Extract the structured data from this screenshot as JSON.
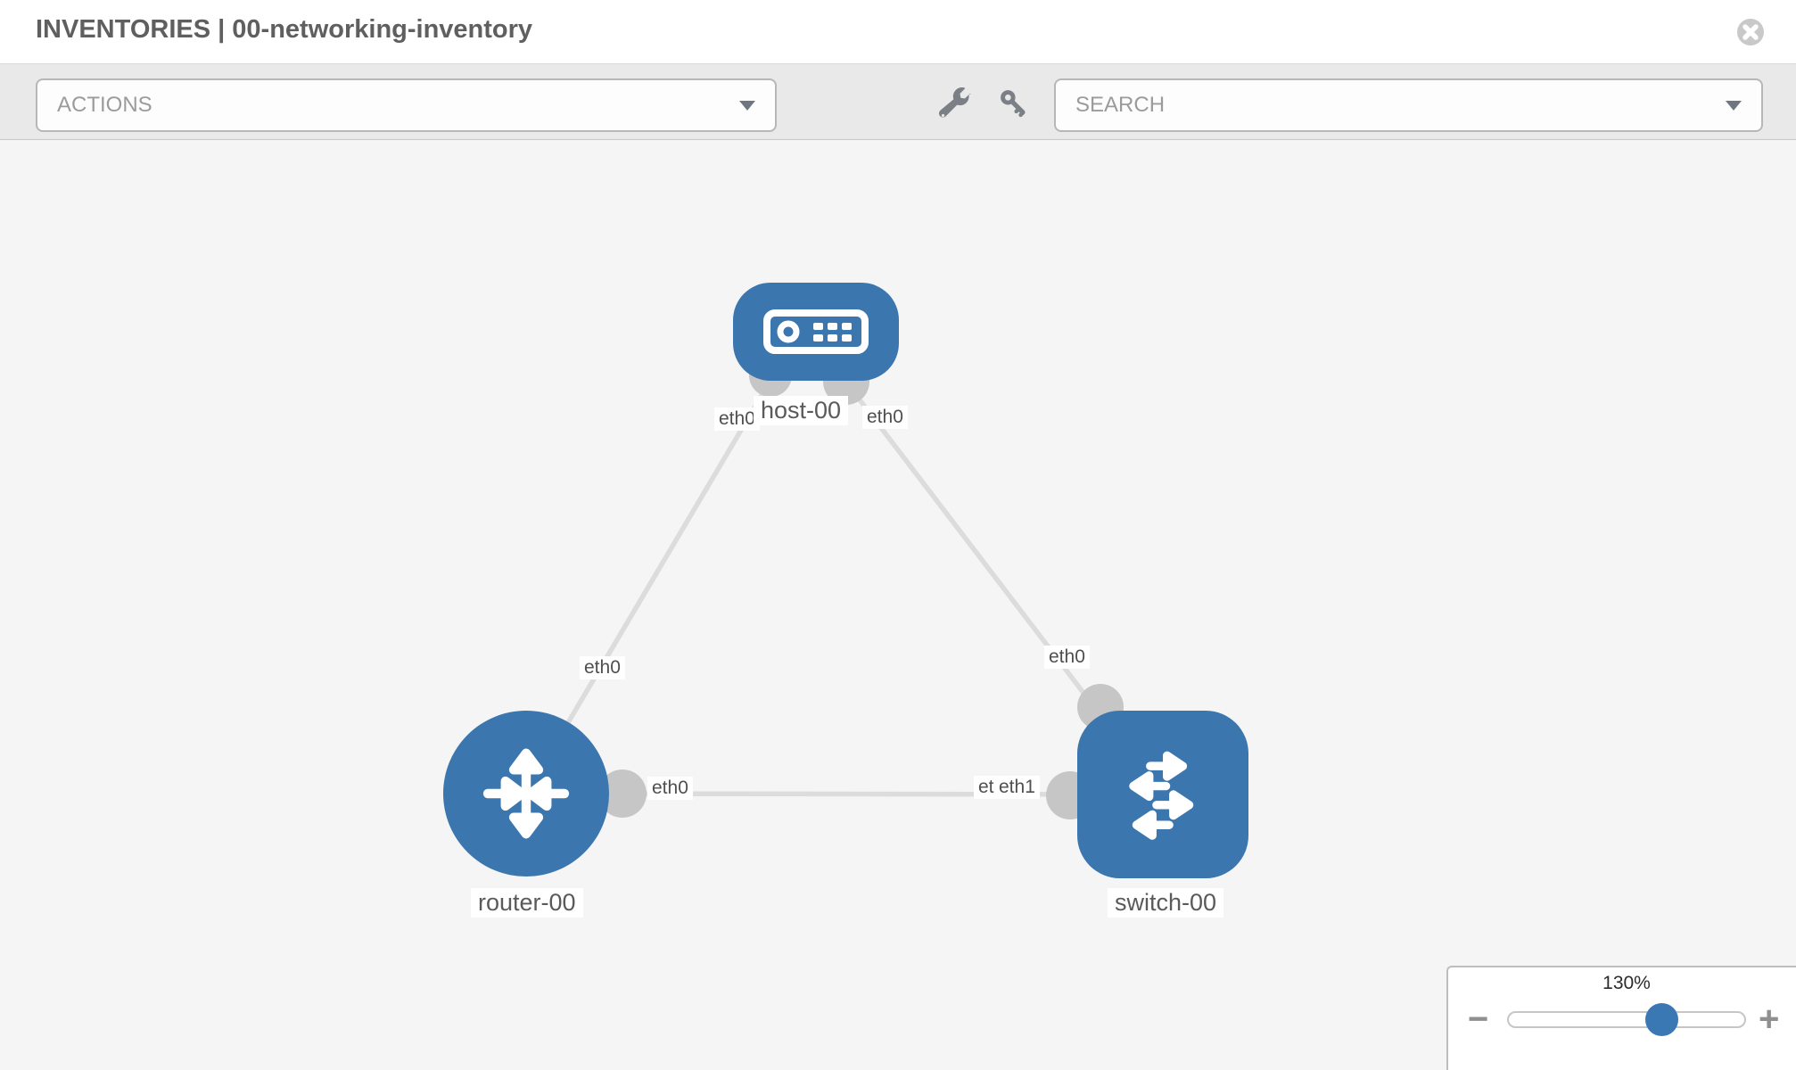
{
  "header": {
    "title": "INVENTORIES | 00-networking-inventory"
  },
  "toolbar": {
    "actions_label": "ACTIONS",
    "search_label": "SEARCH",
    "icons": [
      "wrench-icon",
      "key-icon"
    ]
  },
  "canvas": {
    "nodes": [
      {
        "label": "host-00",
        "type": "host"
      },
      {
        "label": "router-00",
        "type": "router"
      },
      {
        "label": "switch-00",
        "type": "switch"
      }
    ],
    "interface_labels": {
      "host_to_router": "eth0",
      "host_to_switch": "eth0",
      "router_to_host": "eth0",
      "router_to_switch": "eth0",
      "switch_to_host": "eth0",
      "switch_to_router_back": "eth0",
      "switch_to_router_front": "eth1"
    },
    "links": [
      {
        "from": "host-00",
        "to": "router-00",
        "from_interface": "eth0",
        "to_interface": "eth0"
      },
      {
        "from": "host-00",
        "to": "switch-00",
        "from_interface": "eth0",
        "to_interface": "eth0"
      },
      {
        "from": "router-00",
        "to": "switch-00",
        "from_interface": "eth0",
        "to_interface": "eth1"
      }
    ]
  },
  "zoom_control": {
    "level": "130%",
    "minus_label": "−",
    "plus_label": "+"
  },
  "colors": {
    "node_blue": "#3b76af",
    "link_gray": "#dcdcdc",
    "interface_gray": "#c6c6c6",
    "canvas_bg": "#f5f5f5",
    "toolbar_bg": "#e9e9e9",
    "icon_gray": "#7b8087",
    "slider_thumb_blue": "#3978b3"
  }
}
